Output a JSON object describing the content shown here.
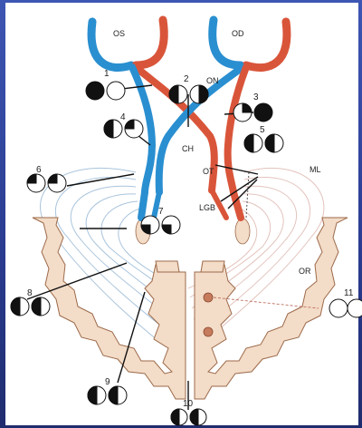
{
  "labels": {
    "os": "OS",
    "od": "OD",
    "on": "ON",
    "ch": "CH",
    "ot": "OT",
    "lgb": "LGB",
    "ml": "ML",
    "or": "OR"
  },
  "lesions": [
    "1",
    "2",
    "3",
    "4",
    "5",
    "6",
    "7",
    "8",
    "9",
    "10",
    "11"
  ],
  "colors": {
    "left_fibers": "#2a8fd0",
    "right_fibers": "#d9553a",
    "cortex": "#f3dcc8",
    "cortex_edge": "#9c6a4a",
    "radiation": "#a9c4dc",
    "background": "#2c3e8a"
  }
}
